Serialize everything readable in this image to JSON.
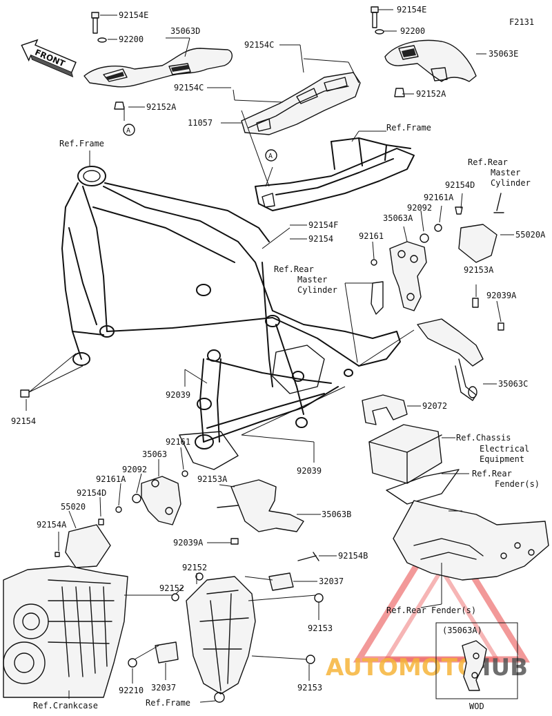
{
  "diagram_code": "F2131",
  "front_label": "FRONT",
  "ref_labels": {
    "frame_top": "Ref.Frame",
    "frame_left": "Ref.Frame",
    "frame_bottom": "Ref.Frame",
    "rear_master_cyl_right": [
      "Ref.Rear",
      "Master",
      "Cylinder"
    ],
    "rear_master_cyl_center": [
      "Ref.Rear",
      "Master",
      "Cylinder"
    ],
    "chassis_electrical": [
      "Ref.Chassis",
      "Electrical",
      "Equipment"
    ],
    "rear_fender_1": [
      "Ref.Rear",
      "Fender(s)"
    ],
    "rear_fender_2": "Ref.Rear Fender(s)",
    "crankcase": "Ref.Crankcase"
  },
  "callout_marker": "A",
  "part_numbers": {
    "p92154E_left": "92154E",
    "p92200_left": "92200",
    "p35063D": "35063D",
    "p92152A_left": "92152A",
    "p92154C_a": "92154C",
    "p92154C_b": "92154C",
    "p11057": "11057",
    "p92154E_right": "92154E",
    "p92200_right": "92200",
    "p35063E": "35063E",
    "p92152A_right": "92152A",
    "p92154D_r": "92154D",
    "p92161A_r": "92161A",
    "p92092_r": "92092",
    "p35063A": "35063A",
    "p92161_r": "92161",
    "p55020A": "55020A",
    "p92154F": "92154F",
    "p92154": "92154",
    "p92153A_r": "92153A",
    "p92039A_r": "92039A",
    "p35063C": "35063C",
    "p92154_left": "92154",
    "p92039_a": "92039",
    "p92072": "92072",
    "p92161_l": "92161",
    "p35063": "35063",
    "p92092_l": "92092",
    "p92161A_l": "92161A",
    "p92154D_l": "92154D",
    "p55020": "55020",
    "p92154A": "92154A",
    "p92153A_c": "92153A",
    "p92039_b": "92039",
    "p35063B": "35063B",
    "p92039A_c": "92039A",
    "p92154B": "92154B",
    "p92152_a": "92152",
    "p92152_b": "92152",
    "p32037_a": "32037",
    "p92153_a": "92153",
    "p92153_b": "92153",
    "p32037_b": "32037",
    "p92210": "92210"
  },
  "inset": {
    "part_ref": "(35063A)",
    "caption": "WOD"
  },
  "watermark": {
    "text_a": "AUTOMOTO",
    "text_b": "HUB",
    "color_a": "#f6b53a",
    "color_b": "#555555",
    "triangle_color": "#e84545"
  },
  "colors": {
    "line": "#111111",
    "background": "#ffffff"
  }
}
